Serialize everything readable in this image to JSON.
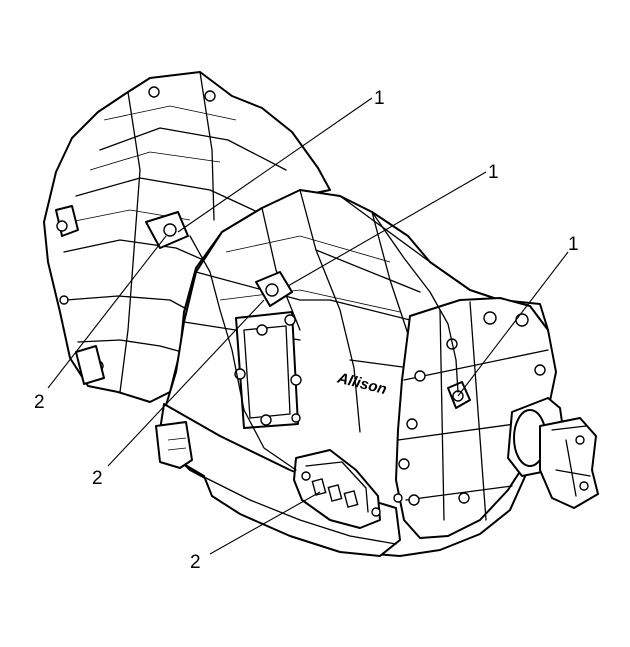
{
  "figure": {
    "callouts": [
      {
        "label": "1"
      },
      {
        "label": "1"
      },
      {
        "label": "1"
      },
      {
        "label": "2"
      },
      {
        "label": "2"
      },
      {
        "label": "2"
      }
    ],
    "case_marking": "Allison"
  }
}
